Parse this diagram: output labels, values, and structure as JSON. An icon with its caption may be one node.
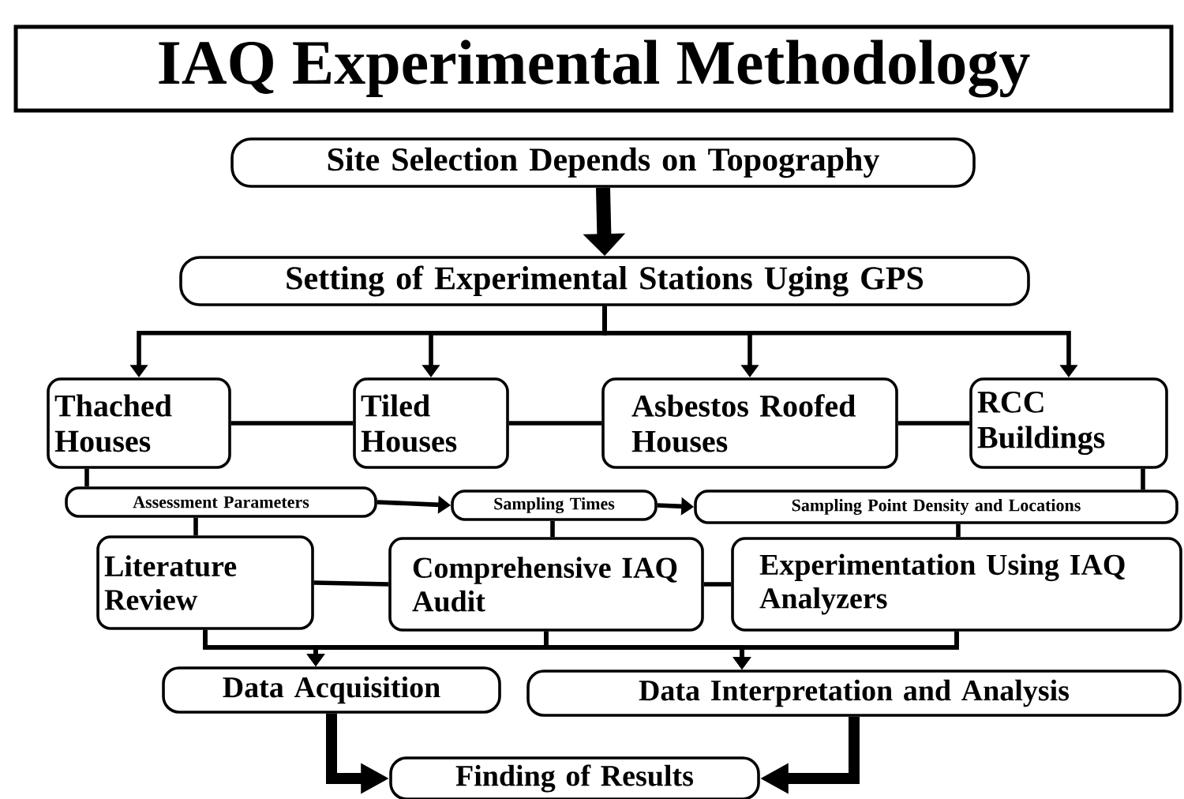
{
  "diagram": {
    "title": "IAQ Experimental Methodology",
    "nodes": [
      {
        "text": [
          "Site Selection Depends on Topography"
        ]
      },
      {
        "text": [
          "Setting of Experimental Stations Uging GPS"
        ]
      },
      {
        "text": [
          "Thached Houses"
        ]
      },
      {
        "text": [
          "Tiled Houses"
        ]
      },
      {
        "text": [
          "Asbestos Roofed Houses"
        ]
      },
      {
        "text": [
          "RCC Buildings"
        ]
      },
      {
        "text": [
          "Assessment Parameters"
        ]
      },
      {
        "text": [
          "Sampling Times"
        ]
      },
      {
        "text": [
          "Sampling Point Density and Locations"
        ]
      },
      {
        "text": [
          "Literature Review"
        ]
      },
      {
        "text": [
          "Comprehensive IAQ Audit"
        ]
      },
      {
        "text": [
          "Experimentation Using IAQ Analyzers"
        ]
      },
      {
        "text": [
          "Data Acquisition"
        ]
      },
      {
        "text": [
          "Data Interpretation and Analysis"
        ]
      },
      {
        "text": [
          "Finding of Results"
        ]
      }
    ],
    "edges": [
      {
        "from": 0,
        "to": 1,
        "arrow": "to",
        "style": "thick"
      },
      {
        "from": 1,
        "to": 2,
        "arrow": "to"
      },
      {
        "from": 1,
        "to": 3,
        "arrow": "to"
      },
      {
        "from": 1,
        "to": 4,
        "arrow": "to"
      },
      {
        "from": 1,
        "to": 5,
        "arrow": "to"
      },
      {
        "from": 2,
        "to": 3,
        "arrow": "none"
      },
      {
        "from": 3,
        "to": 4,
        "arrow": "none"
      },
      {
        "from": 4,
        "to": 5,
        "arrow": "none"
      },
      {
        "from": 2,
        "to": 6,
        "arrow": "none"
      },
      {
        "from": 5,
        "to": 8,
        "arrow": "none"
      },
      {
        "from": 6,
        "to": 7,
        "arrow": "to"
      },
      {
        "from": 7,
        "to": 8,
        "arrow": "to"
      },
      {
        "from": 6,
        "to": 9,
        "arrow": "none"
      },
      {
        "from": 7,
        "to": 10,
        "arrow": "none"
      },
      {
        "from": 8,
        "to": 11,
        "arrow": "none"
      },
      {
        "from": 9,
        "to": 10,
        "arrow": "none"
      },
      {
        "from": 10,
        "to": 11,
        "arrow": "none"
      },
      {
        "from": 9,
        "to": 12,
        "arrow": "to"
      },
      {
        "from": 10,
        "to": 12,
        "arrow": "to"
      },
      {
        "from": 11,
        "to": 12,
        "arrow": "to"
      },
      {
        "from": 9,
        "to": 13,
        "arrow": "to"
      },
      {
        "from": 10,
        "to": 13,
        "arrow": "to"
      },
      {
        "from": 11,
        "to": 13,
        "arrow": "to"
      },
      {
        "from": 12,
        "to": 14,
        "arrow": "to",
        "style": "thick"
      },
      {
        "from": 13,
        "to": 14,
        "arrow": "to",
        "style": "thick"
      }
    ]
  }
}
